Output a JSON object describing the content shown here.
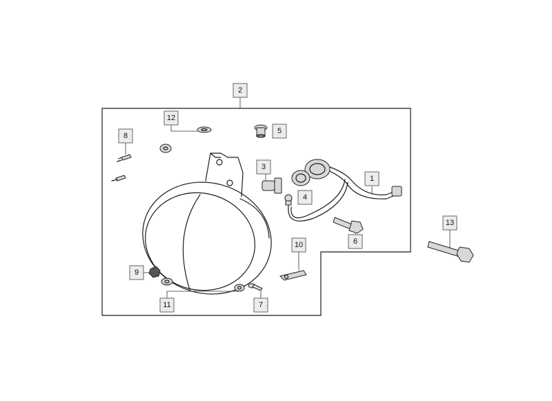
{
  "callouts": [
    {
      "id": "1",
      "label": "1"
    },
    {
      "id": "2",
      "label": "2"
    },
    {
      "id": "3",
      "label": "3"
    },
    {
      "id": "4",
      "label": "4"
    },
    {
      "id": "5",
      "label": "5"
    },
    {
      "id": "6",
      "label": "6"
    },
    {
      "id": "7",
      "label": "7"
    },
    {
      "id": "8",
      "label": "8"
    },
    {
      "id": "9",
      "label": "9"
    },
    {
      "id": "10",
      "label": "10"
    },
    {
      "id": "11",
      "label": "11"
    },
    {
      "id": "12",
      "label": "12"
    },
    {
      "id": "13",
      "label": "13"
    }
  ],
  "colors": {
    "background": "#ffffff",
    "line": "#1a1a1a",
    "callout_fill": "#ececec",
    "callout_border": "#666666"
  }
}
